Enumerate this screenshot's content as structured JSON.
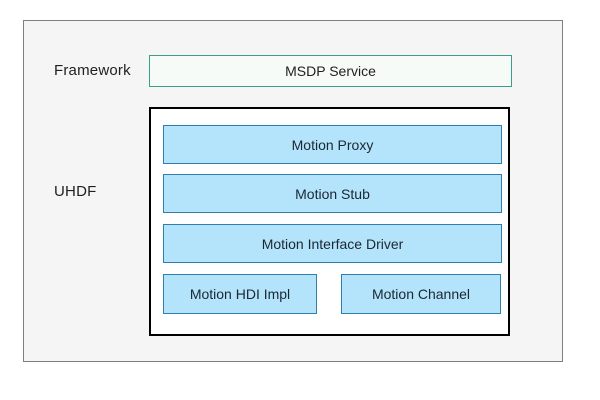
{
  "diagram": {
    "title_context": "Motion driver architecture block diagram",
    "outer": {
      "background": "#f5f5f5",
      "border_color": "#7f7f7f"
    },
    "labels": {
      "framework": "Framework",
      "uhdf": "UHDF"
    },
    "msdp_service": {
      "label": "MSDP Service",
      "fill": "#f7fbf8",
      "border_color": "#3b9e8c"
    },
    "uhdf_box": {
      "fill": "#ffffff",
      "border_color": "#000000"
    },
    "blue_boxes": {
      "fill": "#b3e4fb",
      "border_color": "#2e7fae",
      "items": [
        {
          "label": "Motion Proxy"
        },
        {
          "label": "Motion Stub"
        },
        {
          "label": "Motion Interface Driver"
        },
        {
          "label": "Motion HDI Impl"
        },
        {
          "label": "Motion Channel"
        }
      ]
    }
  }
}
